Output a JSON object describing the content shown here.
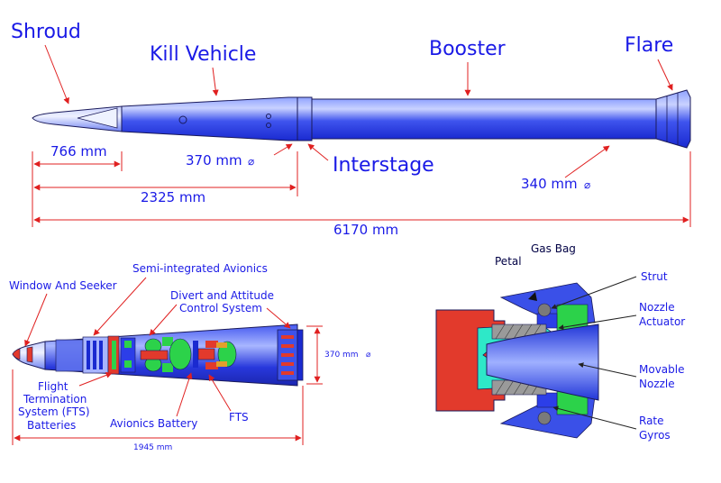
{
  "top": {
    "shroud": "Shroud",
    "kill_vehicle": "Kill Vehicle",
    "booster": "Booster",
    "flare": "Flare",
    "interstage": "Interstage",
    "dim_766": "766 mm",
    "dim_2325": "2325 mm",
    "dim_6170": "6170 mm",
    "dia_370": "370 mm",
    "dia_340": "340 mm",
    "diameter_symbol": "⌀"
  },
  "kill_vehicle_detail": {
    "window_seeker": "Window And Seeker",
    "semi_avionics": "Semi-integrated Avionics",
    "divert_line1": "Divert and Attitude",
    "divert_line2": "Control System",
    "fts_line1": "Flight",
    "fts_line2": "Termination",
    "fts_line3": "System (FTS)",
    "fts_line4": "Batteries",
    "avionics_battery": "Avionics Battery",
    "fts": "FTS",
    "dia_370": "370 mm",
    "diameter_symbol": "⌀",
    "dim_1945": "1945 mm"
  },
  "flare_detail": {
    "petal": "Petal",
    "gas_bag": "Gas Bag",
    "strut": "Strut",
    "nozzle_actuator_1": "Nozzle",
    "nozzle_actuator_2": "Actuator",
    "movable_nozzle_1": "Movable",
    "movable_nozzle_2": "Nozzle",
    "rate_gyros_1": "Rate",
    "rate_gyros_2": "Gyros"
  },
  "colors": {
    "label": "#1a1ae6",
    "arrow": "#e02020",
    "body": "#2c3ee8",
    "body_light": "#b8c4ff",
    "flare_red": "#e23a2c",
    "flare_cyan": "#2ee8c8",
    "flare_green": "#2cd24a"
  }
}
